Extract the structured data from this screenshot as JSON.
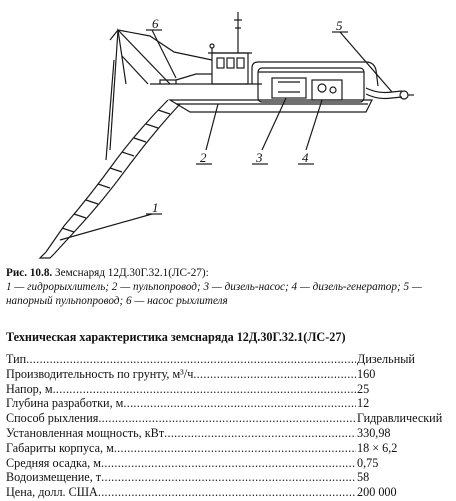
{
  "figure": {
    "callouts": [
      "1",
      "2",
      "3",
      "4",
      "5",
      "6"
    ]
  },
  "caption": {
    "fig_number": "Рис. 10.8.",
    "fig_title": "Земснаряд 12Д.30Г.32.1(ЛС-27):",
    "legend_line1": "1 — гидрорыхлитель; 2 — пульпопровод; 3 — дизель-насос; 4 — дизель-генератор; 5 —",
    "legend_line2": "напорный пульпопровод; 6 — насос рыхлителя"
  },
  "spec": {
    "title": "Техническая характеристика земснаряда 12Д.30Г.32.1(ЛС-27)",
    "rows": [
      {
        "label": "Тип",
        "value": "Дизельный"
      },
      {
        "label": "Производительность по грунту, м³/ч",
        "value": "160"
      },
      {
        "label": "Напор, м",
        "value": "25"
      },
      {
        "label": "Глубина разработки, м",
        "value": "12"
      },
      {
        "label": "Способ рыхления",
        "value": "Гидравлический"
      },
      {
        "label": "Установленная мощность, кВт",
        "value": "330,98"
      },
      {
        "label": "Габариты корпуса, м",
        "value": "18 × 6,2"
      },
      {
        "label": "Средняя осадка, м",
        "value": "0,75"
      },
      {
        "label": "Водоизмещение, т",
        "value": "58"
      },
      {
        "label": "Цена, долл. США",
        "value": "200 000"
      }
    ]
  }
}
